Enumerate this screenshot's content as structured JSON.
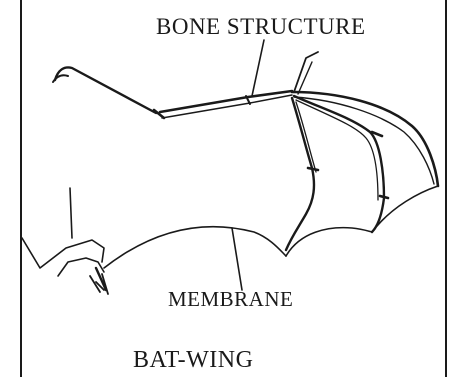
{
  "labels": {
    "bone_structure": "BONE STRUCTURE",
    "membrane": "MEMBRANE",
    "caption": "BAT-WING"
  },
  "colors": {
    "ink": "#1a1a1a",
    "background": "#ffffff"
  }
}
